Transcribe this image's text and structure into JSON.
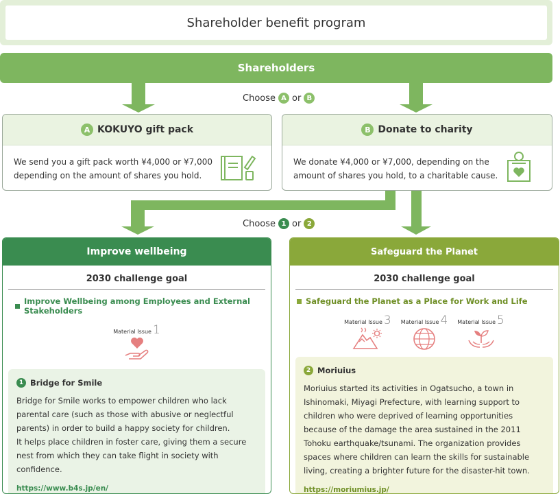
{
  "title": "Shareholder benefit program",
  "shareholders": "Shareholders",
  "choose_ab": {
    "prefix": "Choose",
    "a": "A",
    "or": "or",
    "b": "B"
  },
  "option_a": {
    "badge": "A",
    "title": "KOKUYO gift pack",
    "text": "We send you a gift pack worth ¥4,000 or ¥7,000 depending on the amount of shares you hold.",
    "icon": "notebook-pen-icon"
  },
  "option_b": {
    "badge": "B",
    "title": "Donate to charity",
    "text": "We donate ¥4,000 or ¥7,000, depending on the amount of shares you hold, to a charitable cause.",
    "icon": "donation-box-icon"
  },
  "choose_12": {
    "prefix": "Choose",
    "one": "1",
    "or": "or",
    "two": "2"
  },
  "wellbeing": {
    "header": "Improve wellbeing",
    "goal": "2030 challenge goal",
    "subgoal": "Improve Wellbeing among Employees and External Stakeholders",
    "issues": [
      {
        "label": "Material Issue",
        "num": "1",
        "icon": "heart-hand-icon"
      }
    ],
    "org": {
      "badge": "1",
      "name": "Bridge for Smile",
      "text": "Bridge for Smile works to empower children who lack parental care (such as those with abusive or neglectful parents) in order to build a happy society for children.",
      "text2": "It helps place children in foster care, giving them a secure nest from which they can take flight in society with confidence.",
      "link": "https://www.b4s.jp/en/"
    },
    "color": "#3a8c50"
  },
  "planet": {
    "header": "Safeguard the Planet",
    "goal": "2030 challenge goal",
    "subgoal": "Safeguard the Planet as a Place for Work and Life",
    "issues": [
      {
        "label": "Material Issue",
        "num": "3",
        "icon": "mountain-sun-icon"
      },
      {
        "label": "Material Issue",
        "num": "4",
        "icon": "globe-icon"
      },
      {
        "label": "Material Issue",
        "num": "5",
        "icon": "sprout-hands-icon"
      }
    ],
    "org": {
      "badge": "2",
      "name": "Moriuius",
      "text": "Moriuius started its activities in Ogatsucho, a town in Ishinomaki, Miyagi Prefecture, with learning support to children who were deprived of learning opportunities because of the damage the area sustained in the 2011 Tohoku earthquake/tsunami. The organization provides spaces where children can learn the skills for sustainable living, creating a brighter future for the disaster-hit town.",
      "link": "https://moriumius.jp/"
    },
    "color": "#8aa83a"
  },
  "colors": {
    "green": "#7eb65f",
    "dark_green": "#3a8c50",
    "olive": "#8aa83a",
    "pink": "#e57f7f"
  }
}
